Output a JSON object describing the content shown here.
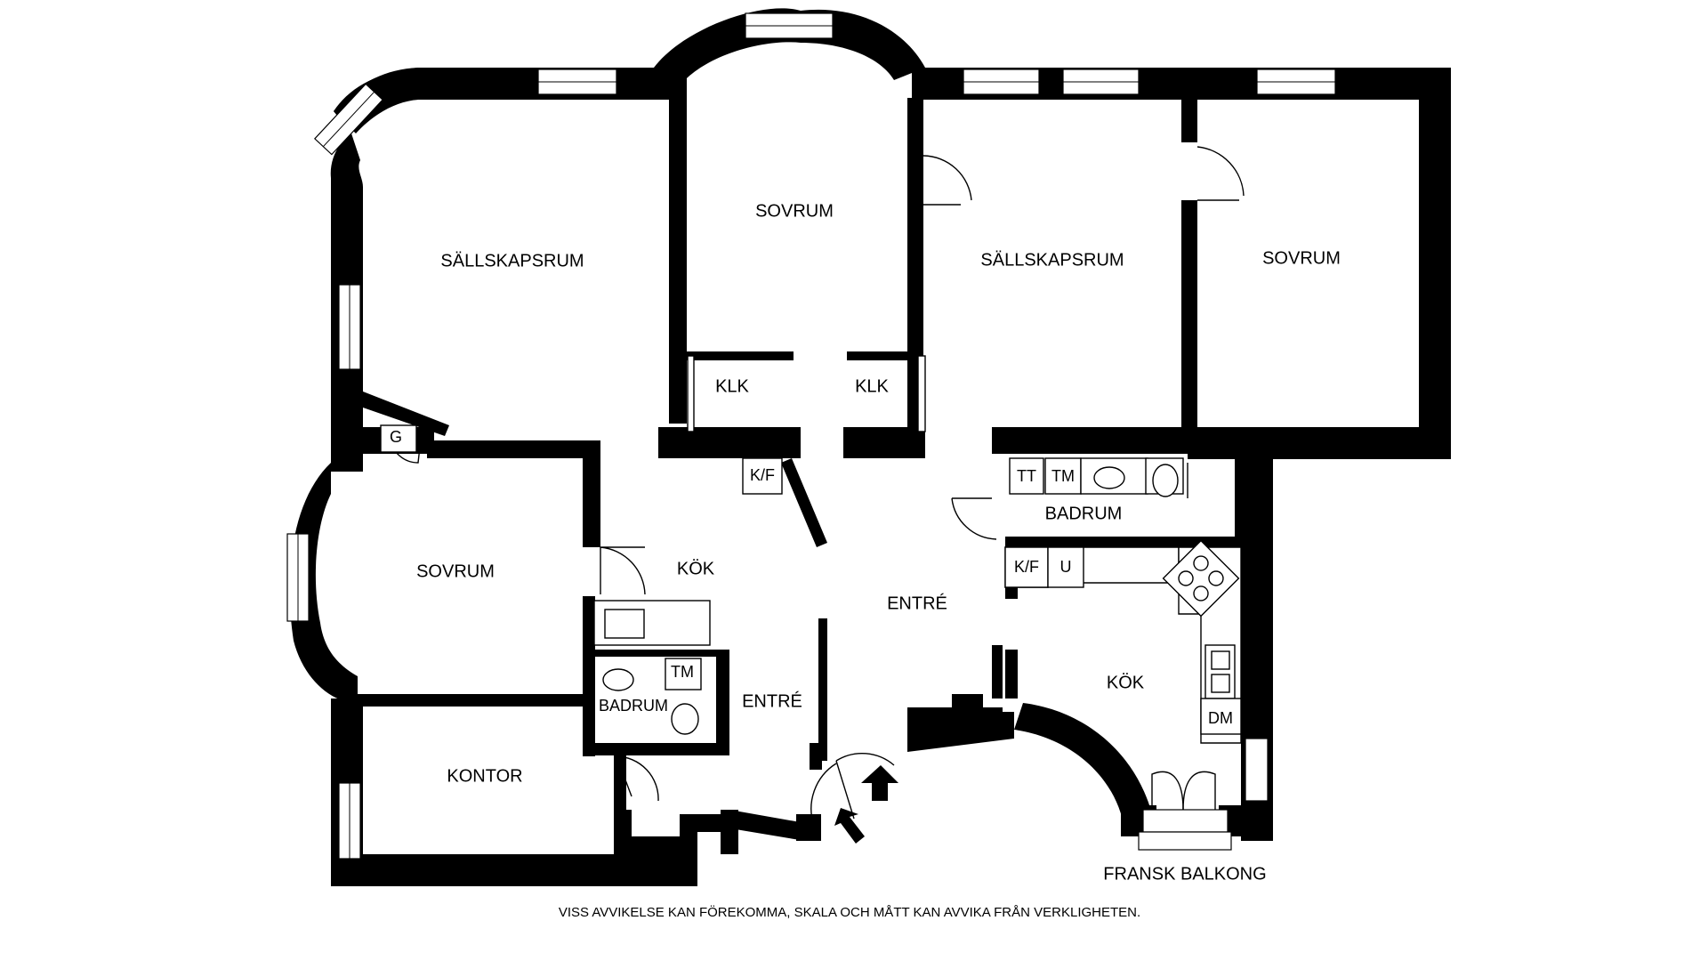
{
  "rooms": {
    "sallskapsrum_left": "SÄLLSKAPSRUM",
    "sovrum_top": "SOVRUM",
    "sallskapsrum_mid": "SÄLLSKAPSRUM",
    "sovrum_right": "SOVRUM",
    "klk_left": "KLK",
    "klk_right": "KLK",
    "kf_hall": "K/F",
    "g": "G",
    "sovrum_left": "SOVRUM",
    "kok_left": "KÖK",
    "entre_center": "ENTRÉ",
    "entre_lower": "ENTRÉ",
    "tm_small_bath": "TM",
    "badrum_small": "BADRUM",
    "kontor": "KONTOR",
    "tt": "TT",
    "tm_bath": "TM",
    "badrum_right": "BADRUM",
    "kf_kitchen": "K/F",
    "u_kitchen": "U",
    "kok_right": "KÖK",
    "dm": "DM",
    "fransk_balkong": "FRANSK BALKONG"
  },
  "footer": {
    "disclaimer": "VISS AVVIKELSE KAN FÖREKOMMA, SKALA OCH MÅTT KAN AVVIKA FRÅN VERKLIGHETEN."
  }
}
